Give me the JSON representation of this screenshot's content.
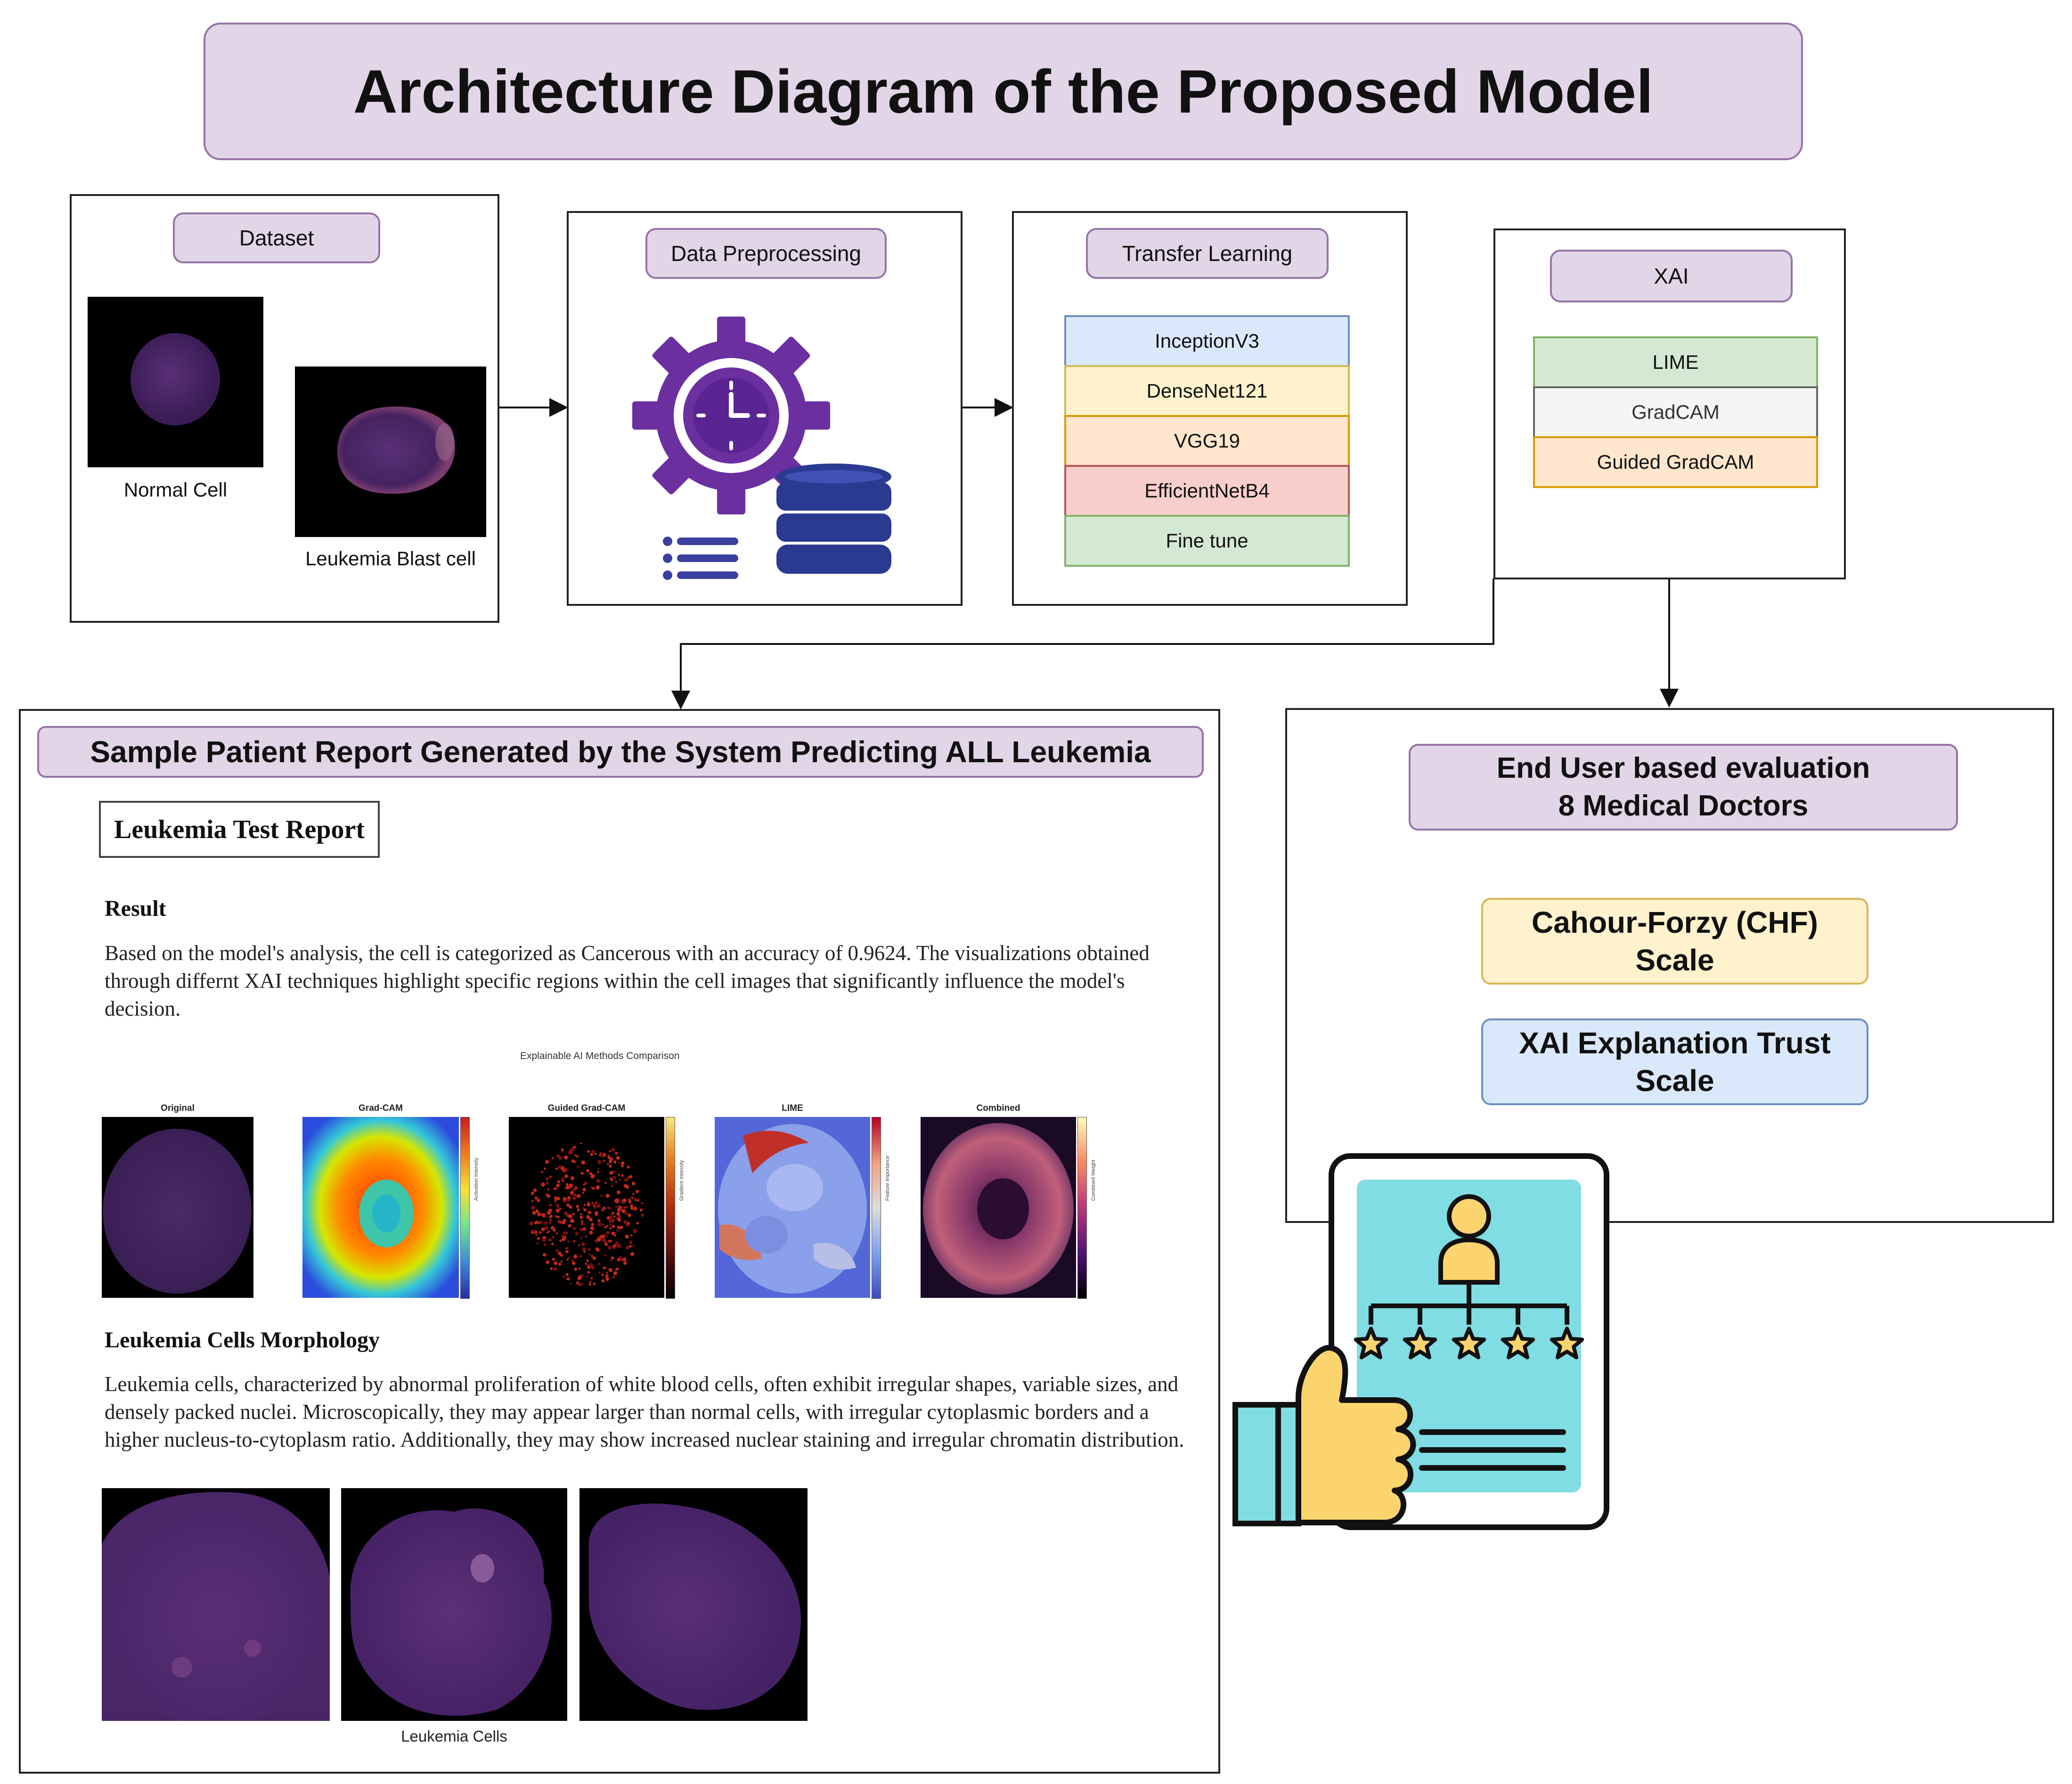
{
  "title": "Architecture Diagram of the Proposed Model",
  "dataset": {
    "label": "Dataset",
    "normal_caption": "Normal Cell",
    "blast_caption": "Leukemia Blast cell"
  },
  "preprocessing": {
    "label": "Data Preprocessing"
  },
  "transfer_learning": {
    "label": "Transfer Learning",
    "models": [
      {
        "name": "InceptionV3",
        "fill": "#dae8fc",
        "stroke": "#6c8ebf"
      },
      {
        "name": "DenseNet121",
        "fill": "#fff2cc",
        "stroke": "#d6b656"
      },
      {
        "name": "VGG19",
        "fill": "#ffe6cc",
        "stroke": "#d79b00"
      },
      {
        "name": "EfficientNetB4",
        "fill": "#f8cecc",
        "stroke": "#b85450"
      },
      {
        "name": "Fine tune",
        "fill": "#d5e8d4",
        "stroke": "#82b366"
      }
    ]
  },
  "xai": {
    "label": "XAI",
    "methods": [
      {
        "name": "LIME",
        "fill": "#d5e8d4",
        "stroke": "#82b366"
      },
      {
        "name": "GradCAM",
        "fill": "#f5f5f5",
        "stroke": "#666666"
      },
      {
        "name": "Guided GradCAM",
        "fill": "#ffe6cc",
        "stroke": "#d79b00"
      }
    ]
  },
  "report": {
    "header": "Sample Patient Report Generated by the System Predicting ALL Leukemia",
    "doc_title": "Leukemia Test Report",
    "result_heading": "Result",
    "result_text": "Based on the model's analysis, the cell is categorized as Cancerous with an accuracy of 0.9624. The visualizations obtained through differnt XAI techniques highlight specific regions within the cell images that significantly influence the model's decision.",
    "figure_title": "Explainable AI Methods Comparison",
    "panels": [
      {
        "label": "Original",
        "colorbar_label": ""
      },
      {
        "label": "Grad-CAM",
        "colorbar_label": "Activation Intensity"
      },
      {
        "label": "Guided Grad-CAM",
        "colorbar_label": "Gradient Intensity"
      },
      {
        "label": "LIME",
        "colorbar_label": "Feature Importance"
      },
      {
        "label": "Combined",
        "colorbar_label": "Combined Weight"
      }
    ],
    "morph_heading": "Leukemia Cells Morphology",
    "morph_text": "Leukemia cells, characterized by abnormal proliferation of white blood cells, often exhibit irregular shapes, variable sizes, and densely packed nuclei. Microscopically, they may appear larger than normal cells, with irregular cytoplasmic borders and a higher nucleus-to-cytoplasm ratio. Additionally, they may show increased nuclear staining and irregular chromatin distribution.",
    "cells_caption": "Leukemia Cells"
  },
  "evaluation": {
    "header_line1": "End User based evaluation",
    "header_line2": "8 Medical Doctors",
    "scale1_line1": "Cahour-Forzy (CHF)",
    "scale1_line2": "Scale",
    "scale2_line1": "XAI Explanation Trust",
    "scale2_line2": "Scale"
  },
  "icons": [
    "gear-clock-icon",
    "database-icon",
    "list-icon",
    "user-rating-icon",
    "thumbs-up-icon",
    "star-icon"
  ],
  "colors": {
    "tag_fill": "#e1d5e7",
    "tag_stroke": "#9673a6",
    "scale1_fill": "#fff2cc",
    "scale2_fill": "#dae8fc",
    "icon_purple": "#6b2fa0",
    "icon_navy": "#2b3a91"
  }
}
